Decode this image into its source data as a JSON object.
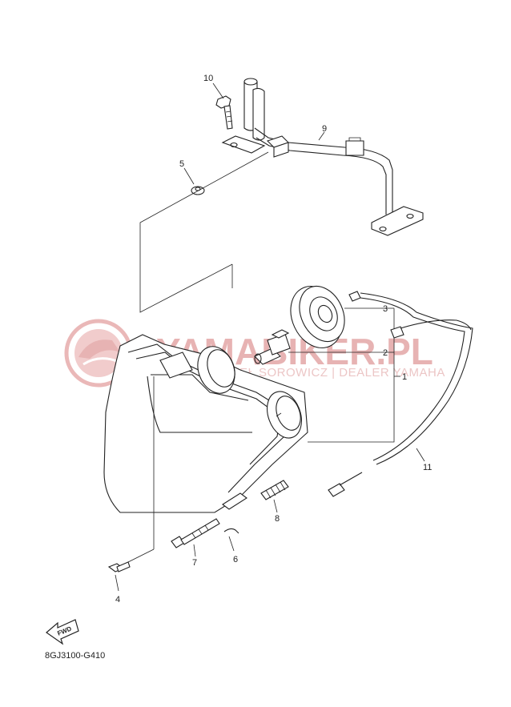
{
  "diagram": {
    "code": "8GJ3100-G410",
    "fwd_label": "FWD",
    "part_numbers": [
      "1",
      "2",
      "3",
      "4",
      "5",
      "6",
      "7",
      "8",
      "9",
      "10",
      "11"
    ]
  },
  "watermark": {
    "title": "YAMABIKER.PL",
    "subtitle": "PAWEŁ SOROWICZ | DEALER YAMAHA",
    "color": "#e7b3b3"
  }
}
